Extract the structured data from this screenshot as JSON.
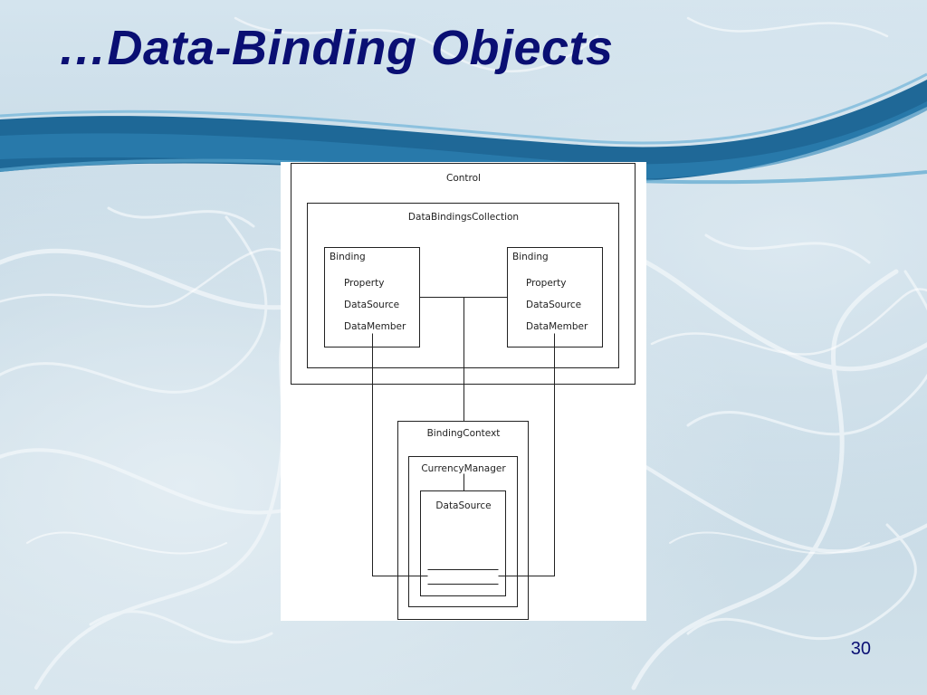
{
  "slide": {
    "title": "…Data-Binding Objects",
    "page_number": "30"
  },
  "diagram": {
    "control_label": "Control",
    "collection_label": "DataBindingsCollection",
    "binding_left": {
      "title": "Binding",
      "fields": [
        "Property",
        "DataSource",
        "DataMember"
      ]
    },
    "binding_right": {
      "title": "Binding",
      "fields": [
        "Property",
        "DataSource",
        "DataMember"
      ]
    },
    "binding_context_label": "BindingContext",
    "currency_manager_label": "CurrencyManager",
    "datasource_label": "DataSource"
  },
  "colors": {
    "title": "#0a0f73",
    "band": "#0f5d8f"
  }
}
